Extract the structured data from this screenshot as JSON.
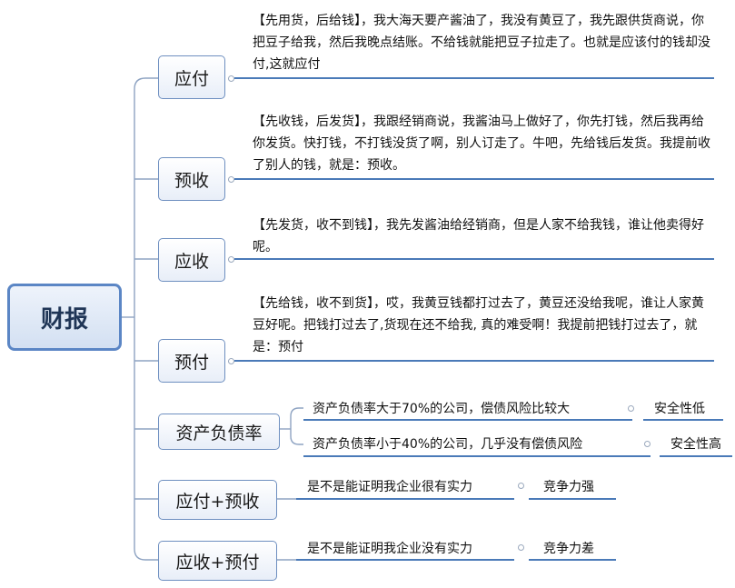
{
  "root": {
    "label": "财报"
  },
  "branches": [
    {
      "label": "应付",
      "note": "【先用货，后给钱】，我大海天要产酱油了，我没有黄豆了，我先跟供货商说，你把豆子给我，然后我晚点结账。不给钱就能把豆子拉走了。也就是应该付的钱却没付,这就应付"
    },
    {
      "label": "预收",
      "note": "【先收钱，后发货】，我跟经销商说，我酱油马上做好了，你先打钱，然后我再给你发货。快打钱，不打钱没货了啊，别人订走了。牛吧，先给钱后发货。我提前收了别人的钱，就是：预收。"
    },
    {
      "label": "应收",
      "note": "【先发货，收不到钱】，我先发酱油给经销商，但是人家不给我钱，谁让他卖得好呢。"
    },
    {
      "label": "预付",
      "note": "【先给钱，收不到货】，哎，我黄豆钱都打过去了，黄豆还没给我呢，谁让人家黄豆好呢。把钱打过去了,货现在还不给我, 真的难受啊！我提前把钱打过去了，就是：预付"
    },
    {
      "label": "资产负债率"
    },
    {
      "label": "应付+预收"
    },
    {
      "label": "应收+预付"
    }
  ],
  "ratio_items": [
    {
      "condition": "资产负债率大于70%的公司，偿债风险比较大",
      "result": "安全性低"
    },
    {
      "condition": "资产负债率小于40%的公司，几乎没有偿债风险",
      "result": "安全性高"
    }
  ],
  "combo_items": [
    {
      "question": "是不是能证明我企业很有实力",
      "result": "竞争力强"
    },
    {
      "question": "是不是能证明我企业没有实力",
      "result": "竞争力差"
    }
  ],
  "colors": {
    "underline": "#4a7ab8",
    "connector": "#8ea3c2",
    "node_border": "#6e8fc0",
    "root_border": "#5b86c5"
  }
}
